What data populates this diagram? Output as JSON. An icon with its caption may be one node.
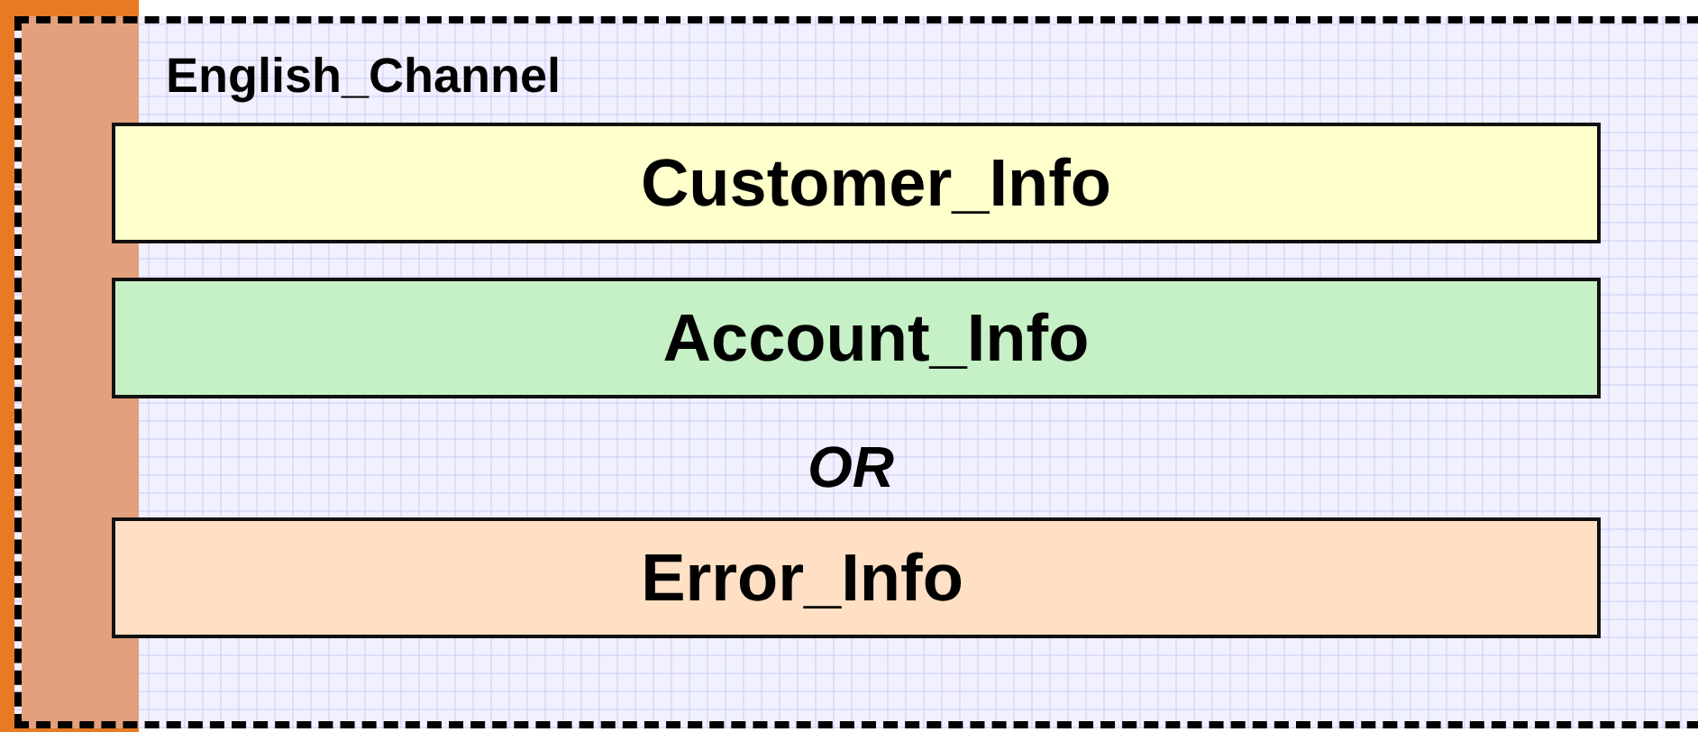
{
  "diagram": {
    "nodes": [
      {
        "text": [
          "English_Channel"
        ]
      },
      {
        "text": [
          "Customer_Info"
        ],
        "in": 0
      },
      {
        "text": [
          "Account_Info"
        ],
        "in": 0
      },
      {
        "text": [
          "Error_Info"
        ],
        "in": 0
      }
    ],
    "labels": [
      "OR"
    ]
  }
}
